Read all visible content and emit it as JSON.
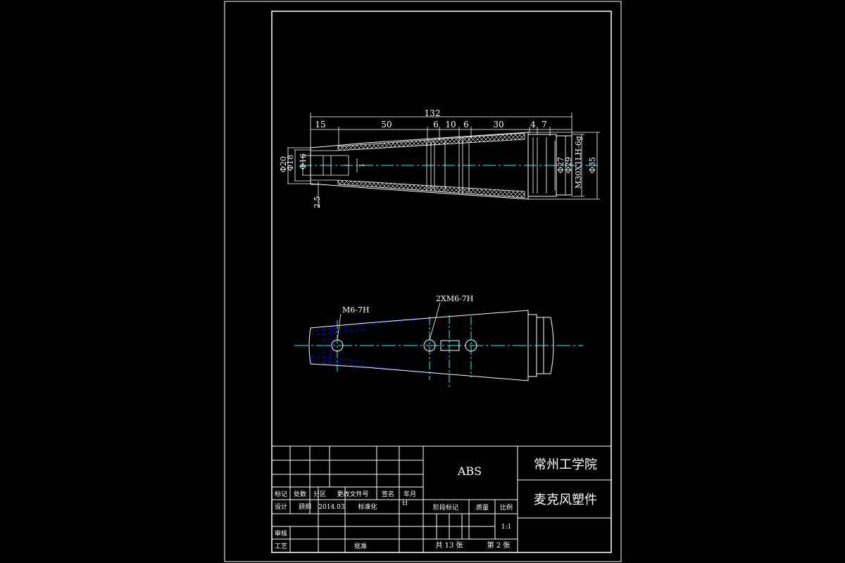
{
  "drawing": {
    "top_view": {
      "dimensions": {
        "overall": "132",
        "d15": "15",
        "d50": "50",
        "d6a": "6",
        "d10": "10",
        "d6b": "6",
        "d30": "30",
        "d4": "4",
        "d7": "7",
        "dia20": "Φ20",
        "dia18": "Φ18",
        "dia16": "Φ16",
        "dia27": "Φ27",
        "dia29": "Φ29",
        "thread": "M30X1LH-6g",
        "dia35": "Φ35",
        "d2_5": "2.5",
        "d1": "1"
      }
    },
    "front_view": {
      "hole_label_1": "M6-7H",
      "hole_label_2": "2XM6-7H"
    }
  },
  "title_block": {
    "material": "ABS",
    "school": "常州工学院",
    "part_name": "麦克风塑件",
    "mark": "标记",
    "count": "处数",
    "zone": "分区",
    "change_doc": "更改文件号",
    "signature": "签名",
    "date_ym": "年月",
    "date_day": "日",
    "design": "设计",
    "designer": "顾炯",
    "design_date": "2014.03",
    "standardization": "标准化",
    "stage_mark": "阶段标记",
    "weight": "质量",
    "scale": "比例",
    "scale_value": "1:1",
    "review": "审核",
    "process": "工艺",
    "approve": "批准",
    "total_sheets": "共 13 张",
    "sheet_no": "第 2 张"
  },
  "colors": {
    "line": "#ffffff",
    "center": "#00ffff",
    "hidden": "#0000ff",
    "background": "#000000"
  }
}
